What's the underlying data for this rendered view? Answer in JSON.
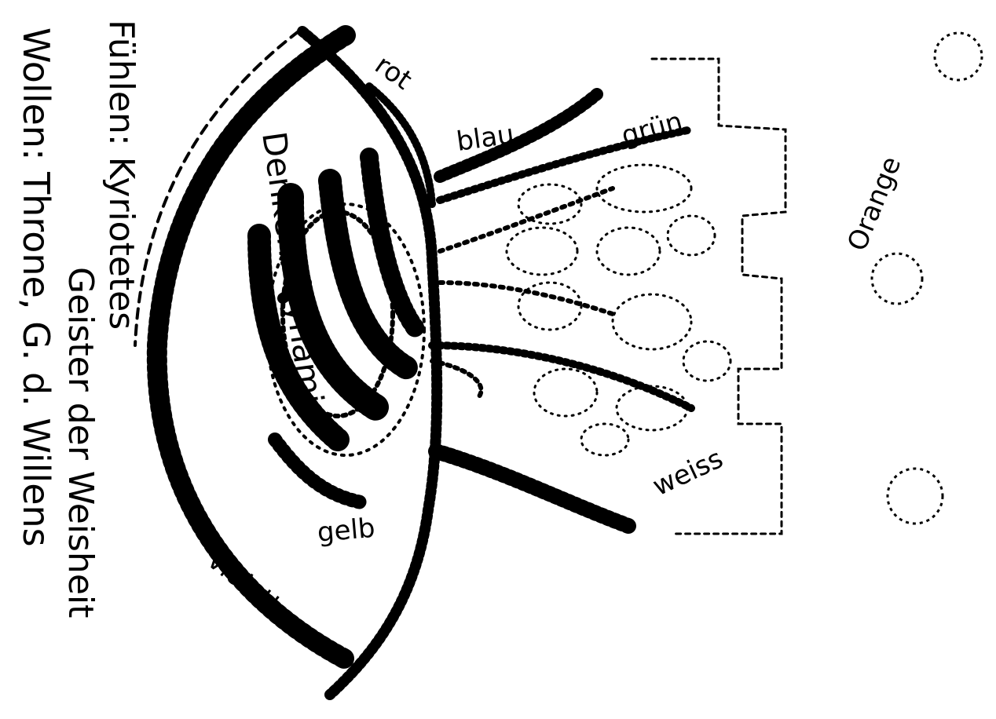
{
  "side_notes": {
    "line1": "Fühlen: Kyriotetes",
    "line2": "Geister der Weisheit",
    "line3": "Wollen: Throne, G. d. Willens"
  },
  "inner_label": "Denken: Dynamis",
  "colors": {
    "rot": "rot",
    "blau": "blau",
    "gruen": "grün",
    "gelb": "gelb",
    "weiss": "weiss",
    "violett": "violett",
    "orange": "Orange"
  },
  "ink_color": "#000000"
}
